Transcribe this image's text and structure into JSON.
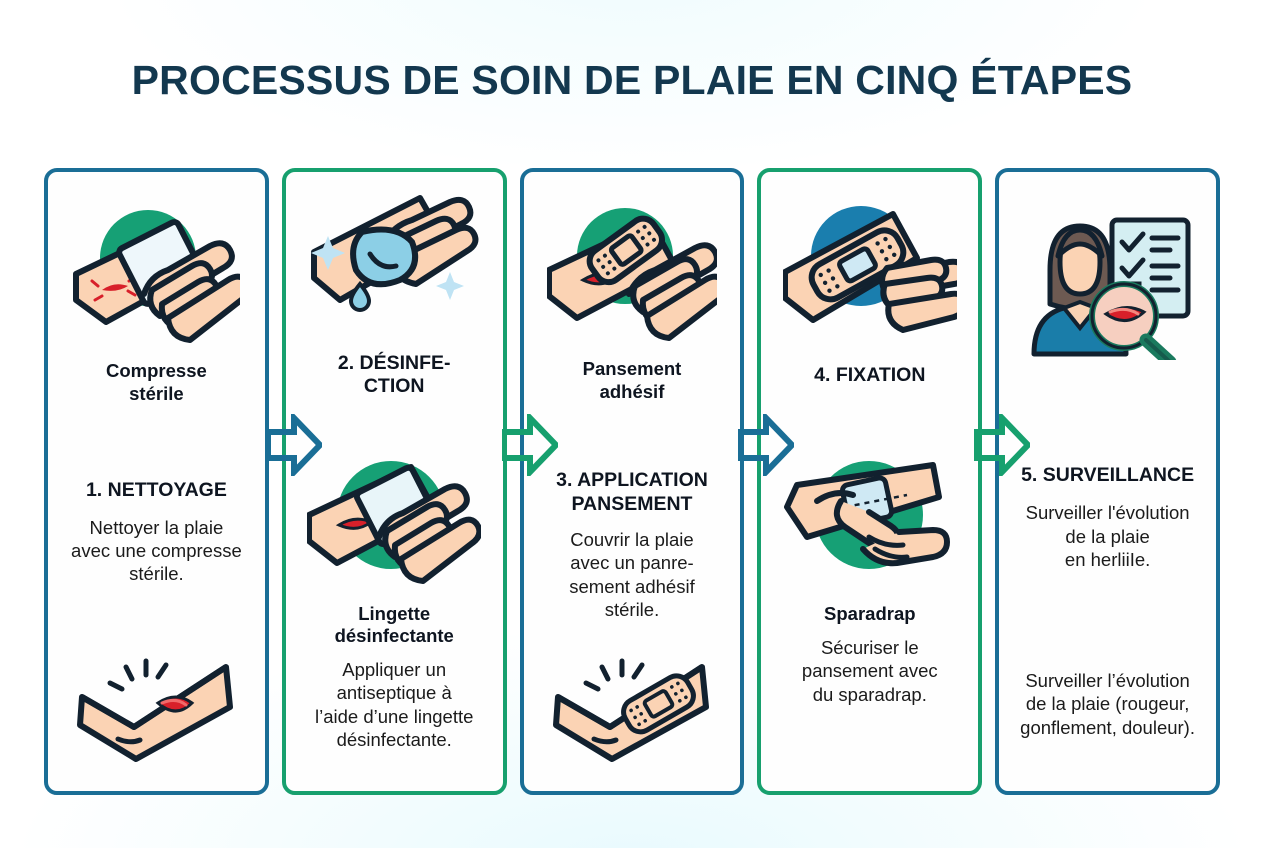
{
  "header": {
    "title": "PROCESSUS DE SOIN DE PLAIE EN CINQ ÉTAPES"
  },
  "colors": {
    "title_navy": "#13384f",
    "border_blue": "#1a6e96",
    "border_green": "#17a06e",
    "arrow_blue": "#1a6e96",
    "arrow_green": "#17a06e",
    "circle_green": "#16a075",
    "circle_blue": "#1a7eae",
    "skin": "#fbd3b4",
    "wound_red": "#d8202a",
    "outline": "#12212f",
    "background": "#ffffff"
  },
  "steps": [
    {
      "id": "step-1",
      "accent": "blue",
      "top_caption": "Compresse\nstérile",
      "step_title": "1. NETTOYAGE",
      "body": "Nettoyer la plaie\navec une compresse\nstérile.",
      "top_illustration": "hand-wiping-wound-with-compress",
      "bottom_illustration": "bent-arm-with-open-wound",
      "bottom_caption": "",
      "bottom_body": ""
    },
    {
      "id": "step-2",
      "accent": "green",
      "top_caption": "",
      "step_title": "2. DÉSINFE-\nCTION",
      "body": "",
      "top_illustration": "hand-with-antiseptic-wipe-and-sparkles",
      "bottom_illustration": "hand-disinfecting-wound-green-circle",
      "bottom_caption": "Lingette\ndésinfectante",
      "bottom_body": "Appliquer un\nantiseptique à\nl’aide d’une lingette\ndésinfectante."
    },
    {
      "id": "step-3",
      "accent": "blue",
      "top_caption": "Pansement\nadhésif",
      "step_title": "3. APPLICATION\nPANSEMENT",
      "body": "Couvrir la plaie\navec un panre-\nsement adhésif\nstérile.",
      "top_illustration": "hand-applying-adhesive-bandage",
      "bottom_illustration": "bent-arm-with-bandage",
      "bottom_caption": "",
      "bottom_body": ""
    },
    {
      "id": "step-4",
      "accent": "green",
      "top_caption": "",
      "step_title": "4. FIXATION",
      "body": "",
      "top_illustration": "finger-pressing-bandage-blue-circle",
      "bottom_illustration": "hands-applying-surgical-tape",
      "bottom_caption": "Sparadrap",
      "bottom_body": "Sécuriser le\npansement avec\ndu sparadrap."
    },
    {
      "id": "step-5",
      "accent": "blue",
      "top_caption": "",
      "step_title": "5. SURVEILLANCE",
      "body": "Surveiller l'évolution\nde la plaie\nen herliiIe.",
      "top_illustration": "nurse-with-checklist-and-magnifier",
      "bottom_illustration": "",
      "bottom_caption": "",
      "bottom_body": "Surveiller l’évolution\nde la plaie (rougeur,\ngonflement, douleur)."
    }
  ],
  "arrows": [
    {
      "id": "arrow-1",
      "color": "blue",
      "from": "step-1",
      "to": "step-2"
    },
    {
      "id": "arrow-2",
      "color": "green",
      "from": "step-2",
      "to": "step-3"
    },
    {
      "id": "arrow-3",
      "color": "blue",
      "from": "step-3",
      "to": "step-4"
    },
    {
      "id": "arrow-4",
      "color": "green",
      "from": "step-4",
      "to": "step-5"
    }
  ]
}
